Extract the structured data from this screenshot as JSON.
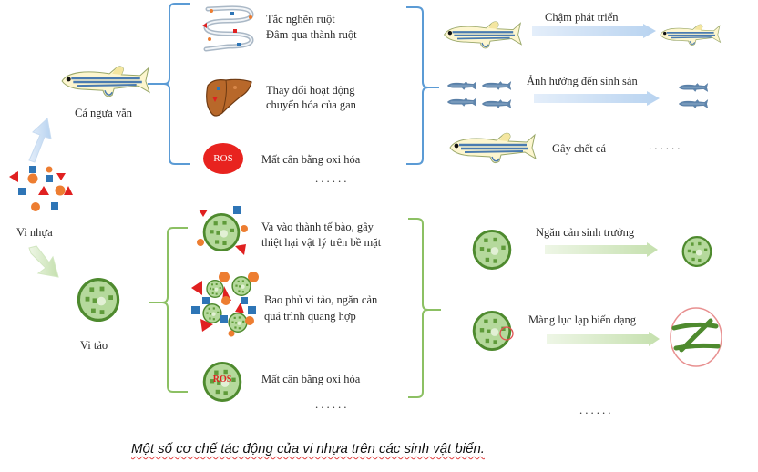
{
  "diagram": {
    "source": {
      "label": "Vi nhựa"
    },
    "fish_branch": {
      "organism_label": "Cá ngựa vằn",
      "mechanisms": [
        {
          "icon": "intestine-icon",
          "lines": [
            "Tắc nghẽn ruột",
            "Đâm qua thành ruột"
          ]
        },
        {
          "icon": "liver-icon",
          "lines": [
            "Thay đổi hoạt động",
            "chuyển hóa của gan"
          ]
        },
        {
          "icon": "ros-icon",
          "icon_text": "ROS",
          "lines": [
            "Mất cân bằng oxi hóa"
          ]
        }
      ],
      "mechanisms_more": "......",
      "outcomes": [
        {
          "label": "Chậm phát triển"
        },
        {
          "label": "Ảnh hưởng đến sinh sản"
        },
        {
          "label": "Gây chết cá"
        }
      ],
      "outcomes_more": "......"
    },
    "algae_branch": {
      "organism_label": "Vi tảo",
      "mechanisms": [
        {
          "icon": "algae-cell-damaged-icon",
          "lines": [
            "Va vào thành tế bào, gây",
            "thiệt hại vật lý trên bề mặt"
          ]
        },
        {
          "icon": "algae-covered-icon",
          "lines": [
            "Bao phủ vi tảo, ngăn cản",
            "quá trình quang hợp"
          ]
        },
        {
          "icon": "algae-ros-icon",
          "icon_text": "ROS",
          "lines": [
            "Mất cân bằng oxi hóa"
          ]
        }
      ],
      "mechanisms_more": "......",
      "outcomes": [
        {
          "label": "Ngăn cản sinh trưởng"
        },
        {
          "label": "Màng lục lạp biến dạng"
        }
      ],
      "outcomes_more": "......"
    },
    "colors": {
      "fish_bracket": "#5b9bd5",
      "algae_bracket": "#8cc063",
      "micro_red": "#e02020",
      "micro_blue": "#2e75b6",
      "micro_orange": "#ed7d31",
      "algae_dark": "#4e8a2e",
      "algae_light": "#a9d18e"
    }
  },
  "caption": "Một số cơ chế tác động của vi nhựa trên các sinh vật biển."
}
